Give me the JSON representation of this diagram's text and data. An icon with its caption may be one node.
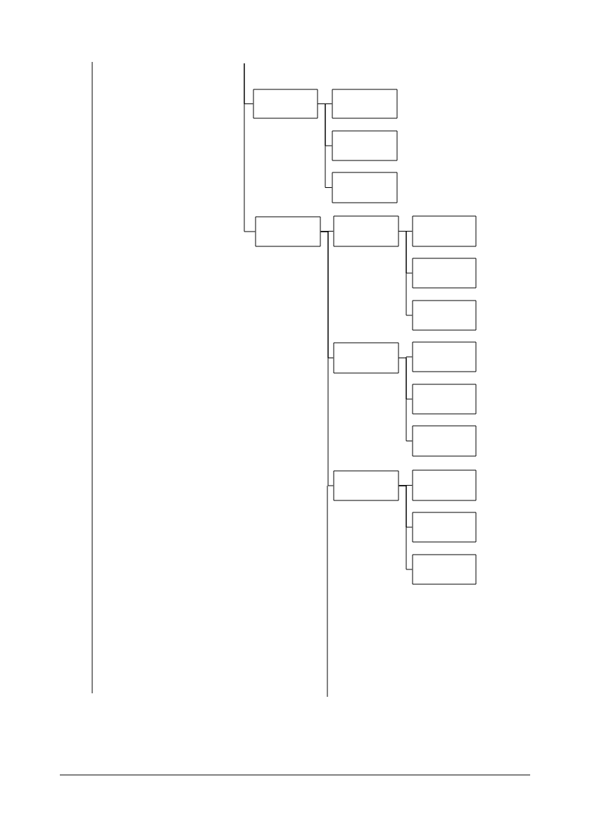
{
  "diagram": {
    "nodes": [
      {
        "text": [],
        "shape": "box"
      },
      {
        "text": [],
        "shape": "box"
      },
      {
        "text": [],
        "shape": "box"
      },
      {
        "text": [],
        "shape": "box"
      },
      {
        "text": [],
        "shape": "box"
      },
      {
        "text": [],
        "shape": "box"
      },
      {
        "text": [],
        "shape": "box"
      },
      {
        "text": [],
        "shape": "box"
      },
      {
        "text": [],
        "shape": "box"
      },
      {
        "text": [],
        "shape": "box"
      },
      {
        "text": [],
        "shape": "box"
      },
      {
        "text": [],
        "shape": "box"
      },
      {
        "text": [],
        "shape": "box"
      },
      {
        "text": [],
        "shape": "box"
      },
      {
        "text": [],
        "shape": "box"
      },
      {
        "text": [],
        "shape": "box"
      },
      {
        "text": [],
        "shape": "box"
      }
    ],
    "edges": [
      {
        "from": null,
        "to": 0,
        "arrow": "none"
      },
      {
        "from": 0,
        "to": 1,
        "arrow": "none"
      },
      {
        "from": 0,
        "to": 2,
        "arrow": "none"
      },
      {
        "from": 0,
        "to": 3,
        "arrow": "none"
      },
      {
        "from": null,
        "to": 4,
        "arrow": "none"
      },
      {
        "from": 4,
        "to": 5,
        "arrow": "none"
      },
      {
        "from": 5,
        "to": 6,
        "arrow": "none"
      },
      {
        "from": 5,
        "to": 7,
        "arrow": "none"
      },
      {
        "from": 5,
        "to": 8,
        "arrow": "none"
      },
      {
        "from": 4,
        "to": 9,
        "arrow": "none"
      },
      {
        "from": 9,
        "to": 10,
        "arrow": "none"
      },
      {
        "from": 9,
        "to": 11,
        "arrow": "none"
      },
      {
        "from": 9,
        "to": 12,
        "arrow": "none"
      },
      {
        "from": 4,
        "to": 13,
        "arrow": "none"
      },
      {
        "from": 13,
        "to": 14,
        "arrow": "none"
      },
      {
        "from": 13,
        "to": 15,
        "arrow": "none"
      },
      {
        "from": 13,
        "to": 16,
        "arrow": "none"
      }
    ]
  }
}
